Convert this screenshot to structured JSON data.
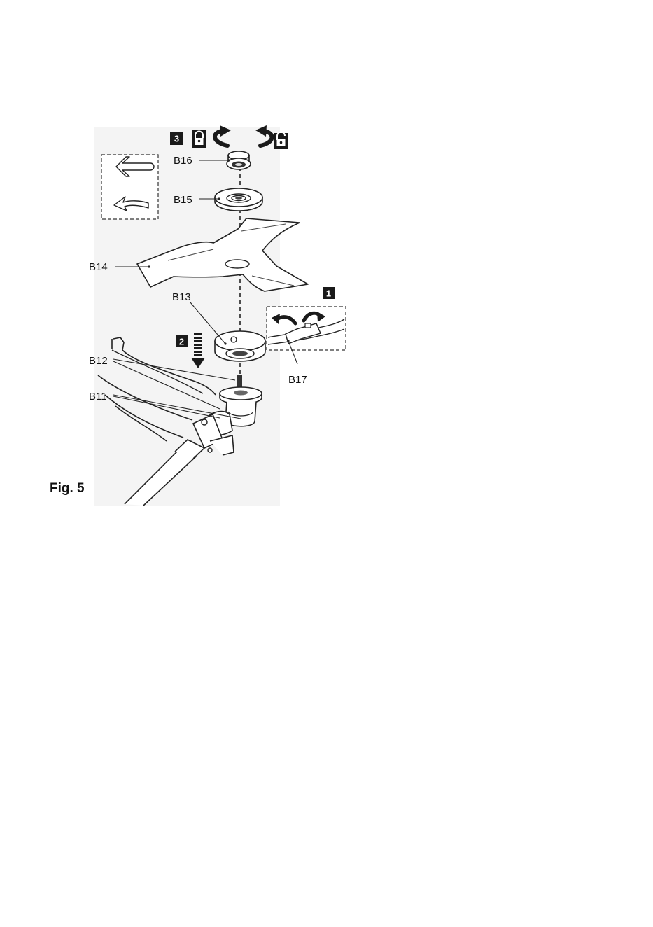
{
  "figure": {
    "caption": "Fig. 5",
    "steps": [
      "1",
      "2",
      "3"
    ],
    "parts": [
      "B11",
      "B12",
      "B13",
      "B14",
      "B15",
      "B16",
      "B17"
    ]
  },
  "icons": {
    "lock_closed": "padlock-closed-icon",
    "lock_open": "padlock-open-icon",
    "rotate_clockwise": "rotate-cw-arrow-icon",
    "rotate_counterclockwise": "rotate-ccw-arrow-icon",
    "push_down": "dashed-down-arrow-icon",
    "direction_left": "left-arrow-icon"
  },
  "colors": {
    "ink": "#1a1a1a",
    "paper": "#ffffff",
    "step_badge": "#1a1a1a"
  }
}
